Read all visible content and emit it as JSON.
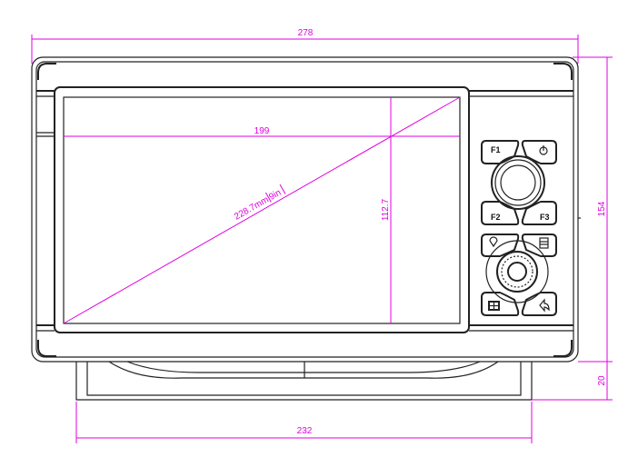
{
  "dimensions": {
    "width_total": "278",
    "screen_width": "199",
    "screen_diagonal": "228.7mm",
    "screen_diagonal_in": "9in",
    "screen_height": "112.7",
    "height_total": "154",
    "stand_height": "20",
    "stand_width": "232"
  },
  "buttons": {
    "f1": "F1",
    "f2": "F2",
    "f3": "F3"
  },
  "colors": {
    "dimension": "#e000e0",
    "outline": "#222222"
  }
}
